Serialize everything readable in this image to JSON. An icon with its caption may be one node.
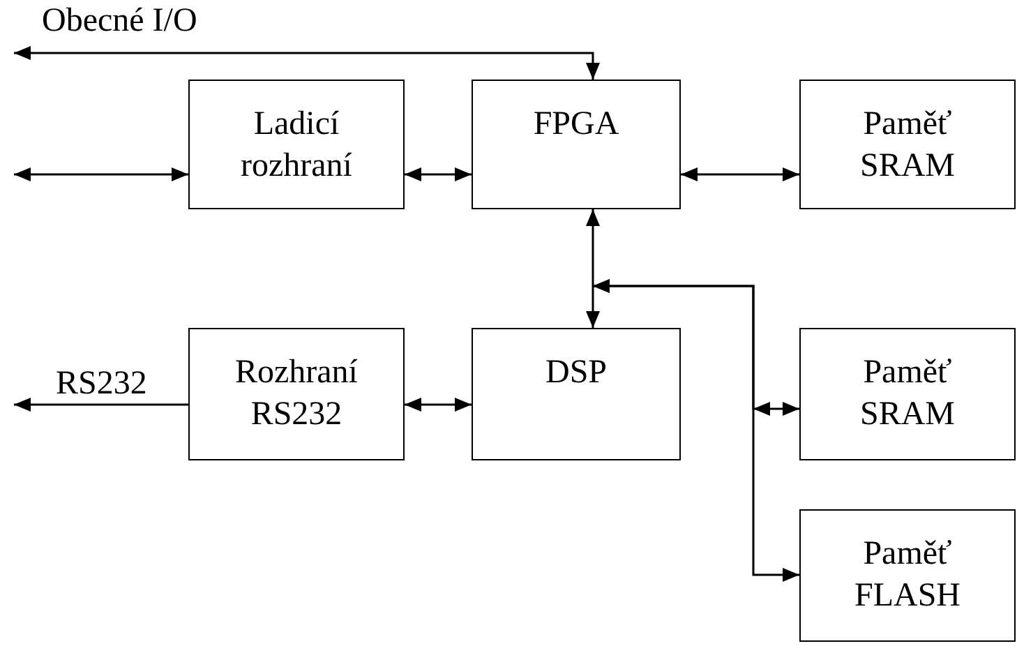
{
  "diagram": {
    "nodes": [
      {
        "text": [
          "Ladicí rozhraní"
        ]
      },
      {
        "text": [
          "FPGA"
        ]
      },
      {
        "text": [
          "Paměť SRAM"
        ]
      },
      {
        "text": [
          "Rozhraní RS232"
        ]
      },
      {
        "text": [
          "DSP"
        ]
      },
      {
        "text": [
          "Paměť SRAM"
        ]
      },
      {
        "text": [
          "Paměť FLASH"
        ]
      }
    ],
    "edges": [
      {
        "from": null,
        "to": 1,
        "arrow": "both",
        "label": "Obecné I/O"
      },
      {
        "from": null,
        "to": 0,
        "arrow": "both"
      },
      {
        "from": 0,
        "to": 1,
        "arrow": "both"
      },
      {
        "from": 1,
        "to": 2,
        "arrow": "both"
      },
      {
        "from": 1,
        "to": 4,
        "arrow": "both"
      },
      {
        "from": 3,
        "to": null,
        "arrow": "to",
        "label": "RS232"
      },
      {
        "from": 3,
        "to": 4,
        "arrow": "both"
      },
      {
        "from": 4,
        "to": 5,
        "arrow": "both"
      },
      {
        "from": 4,
        "to": 6,
        "arrow": "both"
      }
    ]
  }
}
